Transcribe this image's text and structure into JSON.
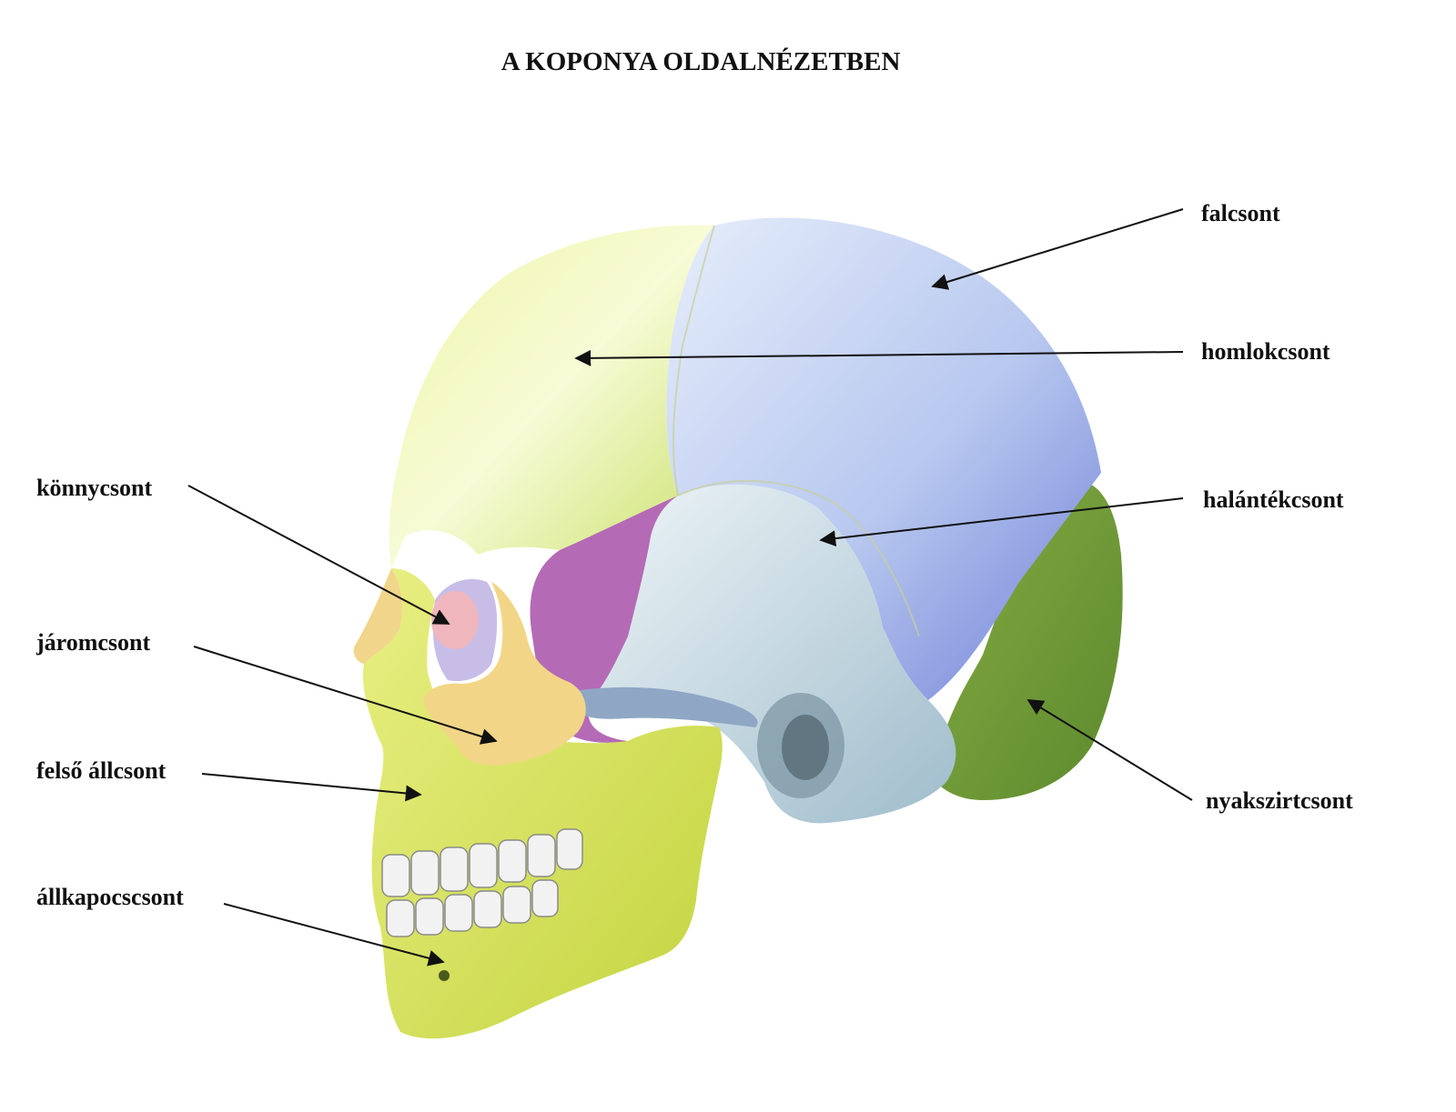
{
  "title": "A KOPONYA OLDALNÉZETBEN",
  "labels": {
    "falcsont": "falcsont",
    "homlokcsont": "homlokcsont",
    "halantekcsont": "halántékcsont",
    "nyakszirtcsont": "nyakszirtcsont",
    "konnycsont": "könnycsont",
    "jaromcsont": "járomcsont",
    "felso_allcsont": "felső állcsont",
    "allkapocscsont": "állkapocscsont"
  },
  "bone_colors": {
    "falcsont": "#b9c9ee",
    "homlokcsont": "#e3f08c",
    "halantekcsont": "#d4e6ee",
    "nyakszirtcsont": "#6f9a3a",
    "konnycsont": "#efb9bf",
    "jaromcsont": "#f1d588",
    "felso_allcsont": "#d6e15a",
    "allkapocscsont": "#cfdb4e",
    "sphenoid": "#b86ab9"
  }
}
